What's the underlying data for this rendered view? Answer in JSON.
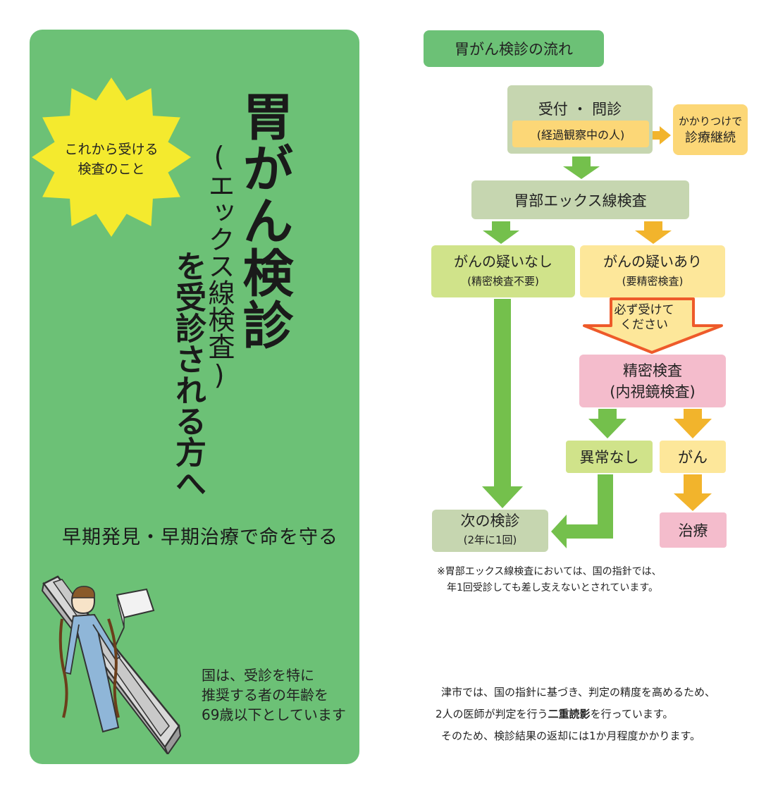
{
  "left": {
    "badge": {
      "line1": "これから受ける",
      "line2": "検査のこと"
    },
    "title": "胃がん検診",
    "subtitle": "(エックス線検査)",
    "title_suffix": "を受診される方へ",
    "slogan": "早期発見・早期治療で命を守る",
    "age_note": [
      "国は、受診を特に",
      "推奨する者の年齢を",
      "69歳以下としています"
    ]
  },
  "flow": {
    "title": "胃がん検診の流れ",
    "reception": "受付 ・ 問診",
    "observation": "(経過観察中の人)",
    "family_doctor": {
      "line1": "かかりつけで",
      "line2": "診療継続"
    },
    "xray": "胃部エックス線検査",
    "no_suspicion": {
      "title": "がんの疑いなし",
      "note": "(精密検査不要)"
    },
    "suspicion": {
      "title": "がんの疑いあり",
      "note": "(要精密検査)"
    },
    "must_receive": {
      "line1": "必ず受けて",
      "line2": "ください"
    },
    "detailed": {
      "line1": "精密検査",
      "line2": "(内視鏡検査)"
    },
    "normal": "異常なし",
    "cancer": "がん",
    "next": {
      "title": "次の検診",
      "note": "(2年に1回)"
    },
    "treatment": "治療",
    "colors": {
      "green_arrow": "#74c04c",
      "orange_arrow": "#f2b42c",
      "must_arrow_fill": "#fde79a",
      "must_arrow_border": "#ee5a2a"
    }
  },
  "footnote": [
    "※胃部エックス線検査においては、国の指針では、",
    "年1回受診しても差し支えないとされています。"
  ],
  "bottom_note": {
    "line1": "津市では、国の指針に基づき、判定の精度を高めるため、",
    "line2_a": "2人の医師が判定を行う",
    "line2_bold": "二重読影",
    "line2_b": "を行っています。",
    "line3": "そのため、検診結果の返却には1か月程度かかります。"
  }
}
